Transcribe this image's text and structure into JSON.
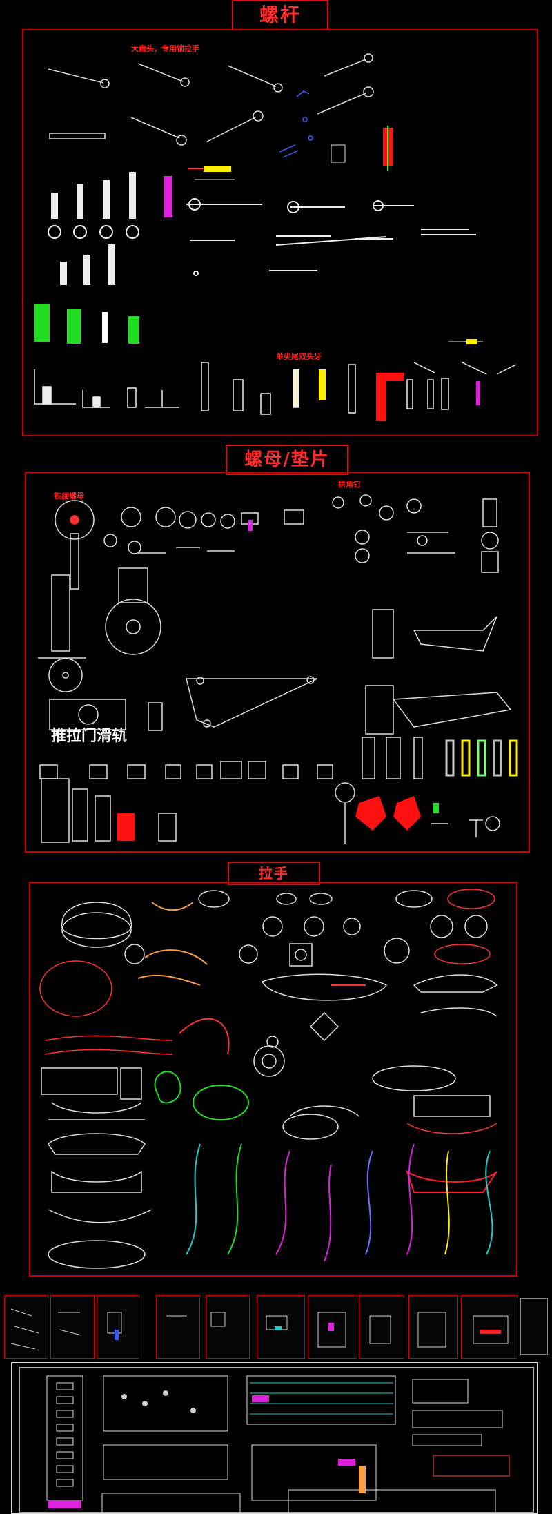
{
  "sections": {
    "bolts": {
      "title": "螺杆",
      "note_top": "大扁头，专用锁拉手",
      "note_mid": "单尖尾双头牙"
    },
    "nuts": {
      "title": "螺母/垫片",
      "note_left": "铁旋螺母",
      "note_right": "拱角钉",
      "big_label": "推拉门滑轨"
    },
    "handles": {
      "title": "拉手"
    }
  },
  "colors": {
    "frame": "#cc0000",
    "title_text": "#ff2a2a",
    "accent_yellow": "#ffee00",
    "accent_green": "#22dd22",
    "accent_magenta": "#dd22dd",
    "accent_cyan": "#22cccc"
  }
}
